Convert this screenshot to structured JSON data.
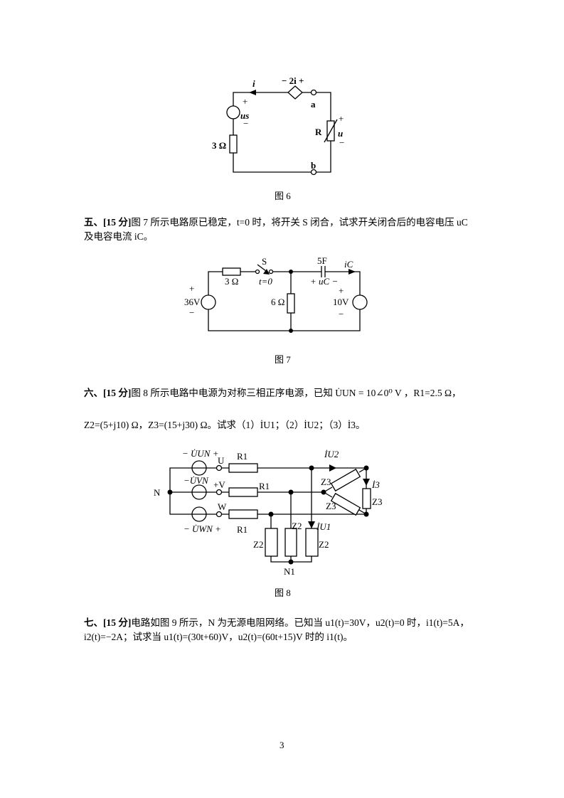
{
  "fig6": {
    "caption": "图 6",
    "current": "i",
    "dep_source": "− 2i +",
    "us_plus": "+",
    "us": "us",
    "us_minus": "−",
    "terminal_a": "a",
    "terminal_b": "b",
    "resistor": "3 Ω",
    "var_resistor": "R",
    "u_plus": "+",
    "u": "u",
    "u_minus": "−"
  },
  "q5": {
    "heading": "五、[15 分]",
    "line1": "图 7 所示电路原已稳定，t=0 时，将开关 S 闭合，试求开关闭合后的电容电压 uC",
    "line2": "及电容电流 iC。"
  },
  "fig7": {
    "caption": "图 7",
    "r3": "3 Ω",
    "switch": "S",
    "t0": "t=0",
    "cap": "5F",
    "ic": "iC",
    "uc": "+ uC −",
    "r6": "6 Ω",
    "v36_plus": "+",
    "v36": "36V",
    "v36_minus": "−",
    "v10_plus": "+",
    "v10": "10V",
    "v10_minus": "−"
  },
  "q6": {
    "heading": "六、[15 分]",
    "line1": "图 8 所示电路中电源为对称三相正序电源，已知 U̇UN = 10∠0⁰ V ，R1=2.5 Ω，",
    "line2": "Z2=(5+j10) Ω，Z3=(15+j30) Ω。试求（1）İU1；（2）İU2；（3）İ3。"
  },
  "fig8": {
    "caption": "图 8",
    "N": "N",
    "N1": "N1",
    "U": "U",
    "V": "+V",
    "W": "W",
    "uun": "− U̇UN +",
    "uvn": "−U̇VN",
    "uwn": "− U̇WN +",
    "R1": "R1",
    "Z2": "Z2",
    "Z3": "Z3",
    "iu1": "İU1",
    "iu2": "İU2",
    "i3": "İ3"
  },
  "q7": {
    "heading": "七、[15 分]",
    "line1": "电路如图 9 所示，N 为无源电阻网络。已知当 u1(t)=30V，u2(t)=0 时，i1(t)=5A，",
    "line2": "i2(t)=−2A；试求当 u1(t)=(30t+60)V，u2(t)=(60t+15)V 时的 i1(t)。"
  },
  "page_number": "3"
}
